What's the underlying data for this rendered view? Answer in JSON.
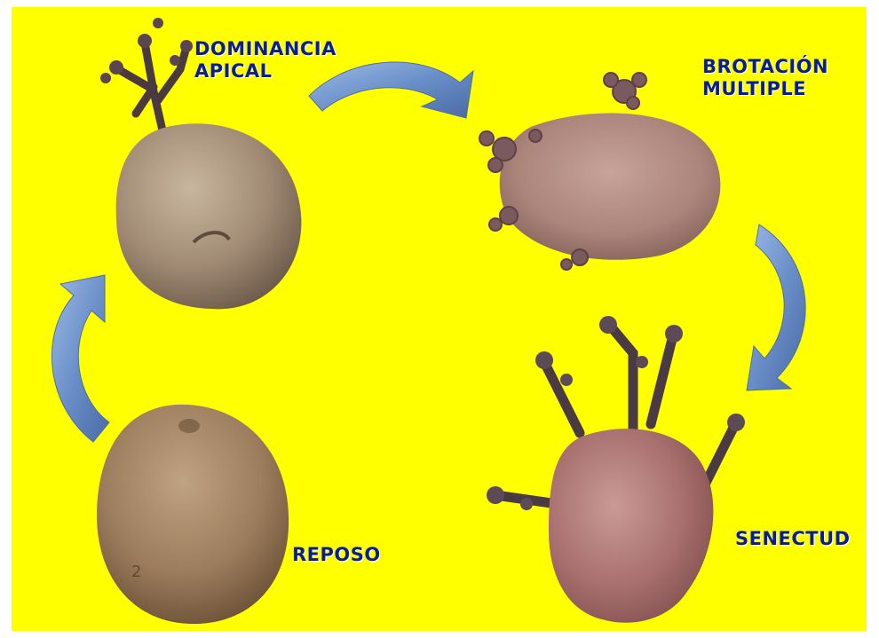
{
  "stages": {
    "apical": {
      "line1": "DOMINANCIA",
      "line2": "APICAL"
    },
    "multiple": {
      "line1": "BROTACIÓN",
      "line2": "MULTIPLE"
    },
    "reposo": {
      "line1": "REPOSO"
    },
    "senectud": {
      "line1": "SENECTUD"
    }
  },
  "colors": {
    "background": "#ffff00",
    "label_text": "#0a1f8f",
    "arrow": "#6a8fc8"
  },
  "icons": [
    "potato-apical-image",
    "potato-multiple-image",
    "potato-senectud-image",
    "potato-reposo-image",
    "cycle-arrow-icon"
  ]
}
